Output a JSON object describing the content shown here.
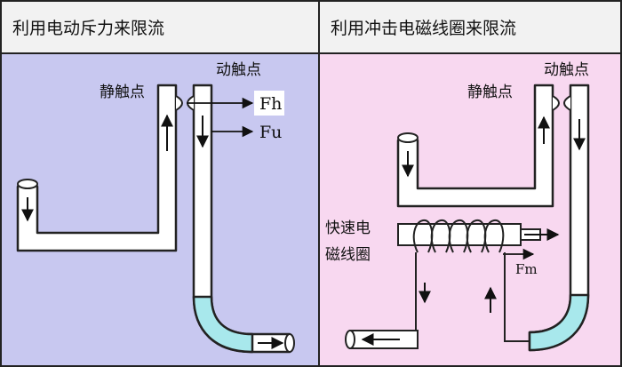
{
  "panels": {
    "left": {
      "title": "利用电动斥力来限流",
      "moving_contact_label": "动触点",
      "static_contact_label": "静触点",
      "force_h": "Fh",
      "force_u": "Fu",
      "background": "#c8c8f0"
    },
    "right": {
      "title": "利用冲击电磁线圈来限流",
      "moving_contact_label": "动触点",
      "static_contact_label": "静触点",
      "coil_label_line1": "快速电",
      "coil_label_line2": "磁线圈",
      "force_m": "Fm",
      "background": "#f8d8f0"
    }
  },
  "colors": {
    "frame": "#222222",
    "header_bg": "#f2f2f2",
    "conductor_fill": "#ffffff",
    "arc_chute_fill": "#a8e8ec"
  }
}
